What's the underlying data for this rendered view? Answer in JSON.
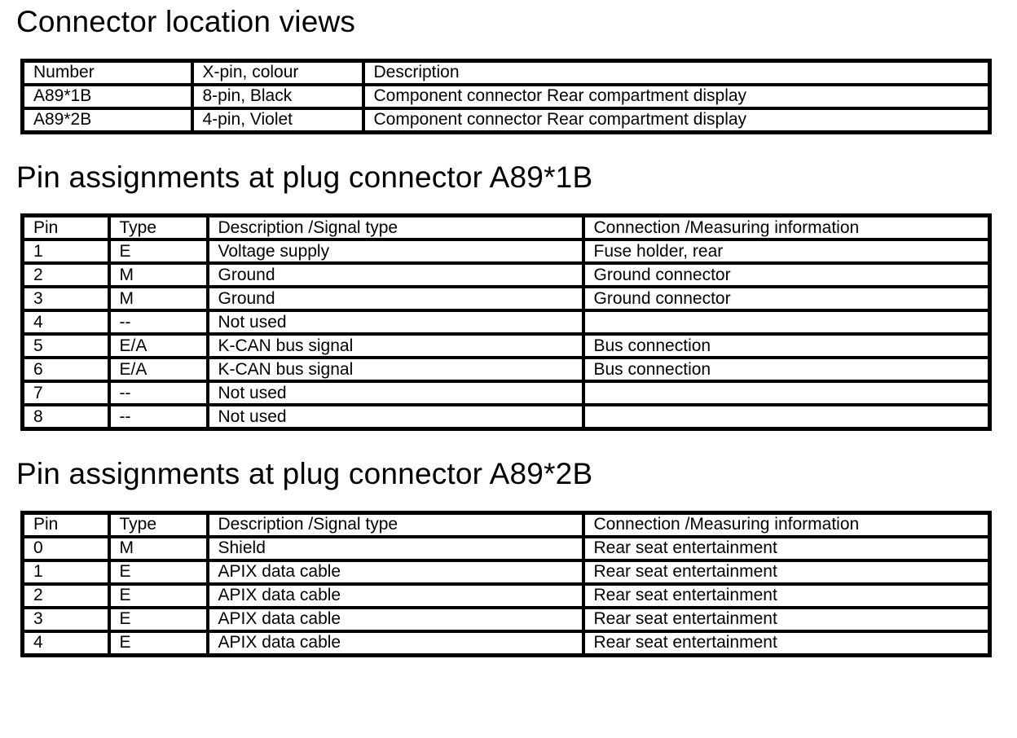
{
  "page": {
    "background_color": "#ffffff",
    "text_color": "#000000",
    "border_color": "#000000"
  },
  "sections": [
    {
      "title": "Connector location views",
      "table": {
        "headers": [
          "Number",
          "X-pin, colour",
          "Description"
        ],
        "rows": [
          [
            "A89*1B",
            "8-pin, Black",
            "Component connector Rear compartment display"
          ],
          [
            "A89*2B",
            "4-pin, Violet",
            "Component connector Rear compartment display"
          ]
        ]
      }
    },
    {
      "title": "Pin assignments at plug connector A89*1B",
      "table": {
        "headers": [
          "Pin",
          "Type",
          "Description /Signal type",
          "Connection /Measuring information"
        ],
        "rows": [
          [
            "1",
            "E",
            "Voltage supply",
            "Fuse holder, rear"
          ],
          [
            "2",
            "M",
            "Ground",
            "Ground connector"
          ],
          [
            "3",
            "M",
            "Ground",
            "Ground connector"
          ],
          [
            "4",
            "--",
            "Not used",
            ""
          ],
          [
            "5",
            "E/A",
            "K-CAN bus signal",
            "Bus connection"
          ],
          [
            "6",
            "E/A",
            "K-CAN bus signal",
            "Bus connection"
          ],
          [
            "7",
            "--",
            "Not used",
            ""
          ],
          [
            "8",
            "--",
            "Not used",
            ""
          ]
        ]
      }
    },
    {
      "title": "Pin assignments at plug connector A89*2B",
      "table": {
        "headers": [
          "Pin",
          "Type",
          "Description /Signal type",
          "Connection /Measuring information"
        ],
        "rows": [
          [
            "0",
            "M",
            "Shield",
            "Rear seat entertainment"
          ],
          [
            "1",
            "E",
            "APIX data cable",
            "Rear seat entertainment"
          ],
          [
            "2",
            "E",
            "APIX data cable",
            "Rear seat entertainment"
          ],
          [
            "3",
            "E",
            "APIX data cable",
            "Rear seat entertainment"
          ],
          [
            "4",
            "E",
            "APIX data cable",
            "Rear seat entertainment"
          ]
        ]
      }
    }
  ]
}
